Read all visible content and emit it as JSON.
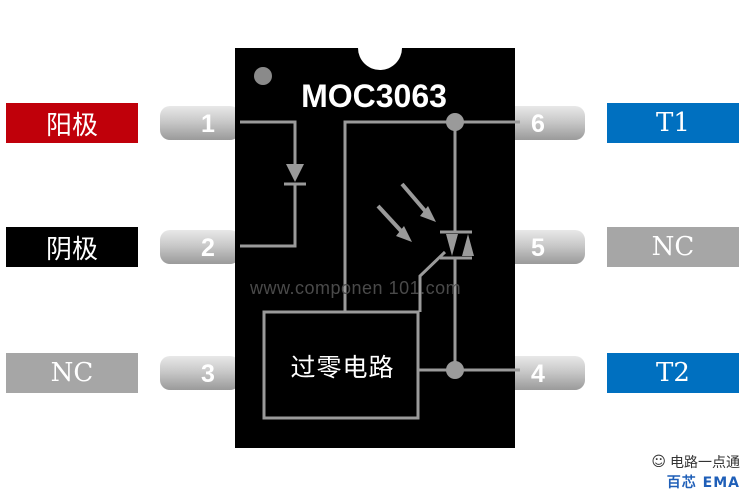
{
  "chip": {
    "title": "MOC3063",
    "block_label": "过零电路",
    "watermark": "www.componen  101.com"
  },
  "pins": [
    {
      "num": "1",
      "label": "阳极",
      "color": "#c0000a"
    },
    {
      "num": "2",
      "label": "阴极",
      "color": "#000000"
    },
    {
      "num": "3",
      "label": "NC",
      "color": "#a6a6a6"
    },
    {
      "num": "4",
      "label": "T2",
      "color": "#0070c0"
    },
    {
      "num": "5",
      "label": "NC",
      "color": "#a6a6a6"
    },
    {
      "num": "6",
      "label": "T1",
      "color": "#0070c0"
    }
  ],
  "brand": {
    "account": "电路一点通",
    "logo_text": "百芯 EMA"
  }
}
